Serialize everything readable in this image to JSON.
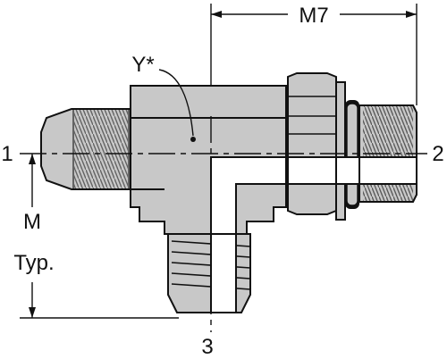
{
  "labels": {
    "port_1": "1",
    "port_2": "2",
    "port_3": "3",
    "dimension_m7": "M7",
    "dimension_m": "M",
    "dimension_typ": "Typ.",
    "callout_y": "Y*"
  },
  "colors": {
    "body_fill": "#c8c8c8",
    "highlight": "#ffffff",
    "outline": "#111111",
    "background": "#ffffff"
  }
}
